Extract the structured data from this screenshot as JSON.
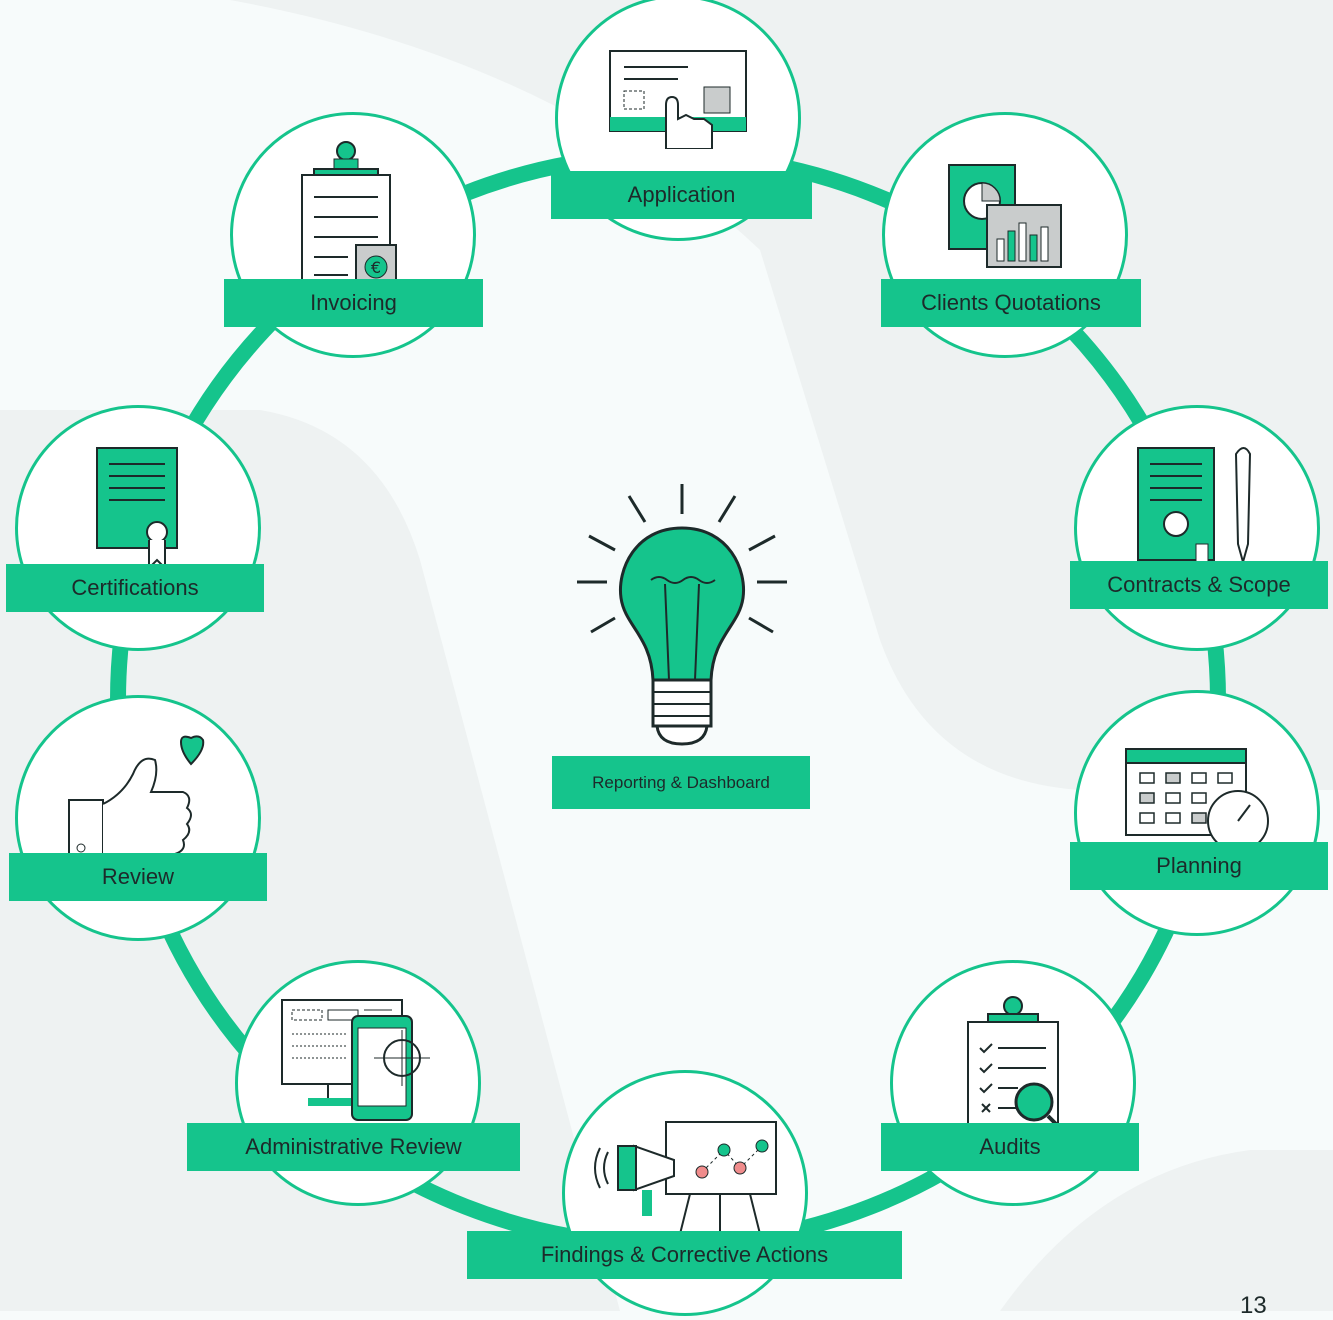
{
  "colors": {
    "accent": "#15c48c",
    "background": "#f7fbfb",
    "background_shape": "#eef2f2",
    "ink": "#1d2a2a"
  },
  "nodes": [
    {
      "id": "application",
      "label": "Application",
      "icon": "touch-screen-icon"
    },
    {
      "id": "clients-quotations",
      "label": "Clients Quotations",
      "icon": "charts-icon"
    },
    {
      "id": "contracts-scope",
      "label": "Contracts & Scope",
      "icon": "contract-pen-icon"
    },
    {
      "id": "planning",
      "label": "Planning",
      "icon": "calendar-clock-icon"
    },
    {
      "id": "audits",
      "label": "Audits",
      "icon": "clipboard-magnifier-icon"
    },
    {
      "id": "findings",
      "label": "Findings & Corrective Actions",
      "icon": "megaphone-board-icon"
    },
    {
      "id": "administrative-review",
      "label": "Administrative Review",
      "icon": "monitor-phone-icon"
    },
    {
      "id": "review",
      "label": "Review",
      "icon": "thumbs-up-heart-icon"
    },
    {
      "id": "certifications",
      "label": "Certifications",
      "icon": "certificate-icon"
    },
    {
      "id": "invoicing",
      "label": "Invoicing",
      "icon": "invoice-clipboard-icon"
    }
  ],
  "center": {
    "label": "Reporting & Dashboard",
    "icon": "lightbulb-icon"
  },
  "page_number": "13"
}
